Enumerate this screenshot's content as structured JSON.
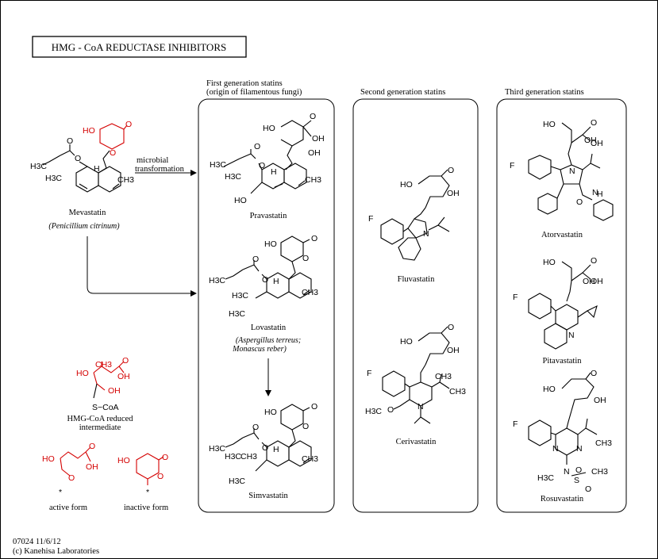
{
  "title": "HMG - CoA  REDUCTASE  INHIBITORS",
  "groups": {
    "first": {
      "line1": "First generation statins",
      "line2": "(origin of filamentous fungi)"
    },
    "second": {
      "line1": "Second generation statins"
    },
    "third": {
      "line1": "Third generation statins"
    }
  },
  "compounds": {
    "mevastatin": {
      "name": "Mevastatin",
      "source": "(Penicillium citrinum)"
    },
    "pravastatin": {
      "name": "Pravastatin"
    },
    "lovastatin": {
      "name": "Lovastatin",
      "source_line1": "(Aspergillus terreus;",
      "source_line2": "Monascus reber)"
    },
    "simvastatin": {
      "name": "Simvastatin"
    },
    "fluvastatin": {
      "name": "Fluvastatin"
    },
    "cerivastatin": {
      "name": "Cerivastatin"
    },
    "atorvastatin": {
      "name": "Atorvastatin"
    },
    "pitavastatin": {
      "name": "Pitavastatin"
    },
    "rosuvastatin": {
      "name": "Rosuvastatin"
    },
    "hmg_coa": {
      "line1": "HMG-CoA reduced",
      "line2": "intermediate"
    },
    "active_form": {
      "name": "active form"
    },
    "inactive_form": {
      "name": "inactive form"
    }
  },
  "edges": {
    "microbial": {
      "line1": "microbial",
      "line2": "transformation"
    }
  },
  "atoms": {
    "HO": "HO",
    "OH": "OH",
    "O": "O",
    "H": "H",
    "F": "F",
    "N": "N",
    "S": "S",
    "H3C": "H3C",
    "CH3": "CH3",
    "CoA": "S−CoA",
    "star": "*"
  },
  "footer": {
    "line1": "07024 11/6/12",
    "line2": "(c) Kanehisa Laboratories"
  },
  "colors": {
    "highlight": "#d40000",
    "line": "#000000",
    "background": "#ffffff"
  }
}
